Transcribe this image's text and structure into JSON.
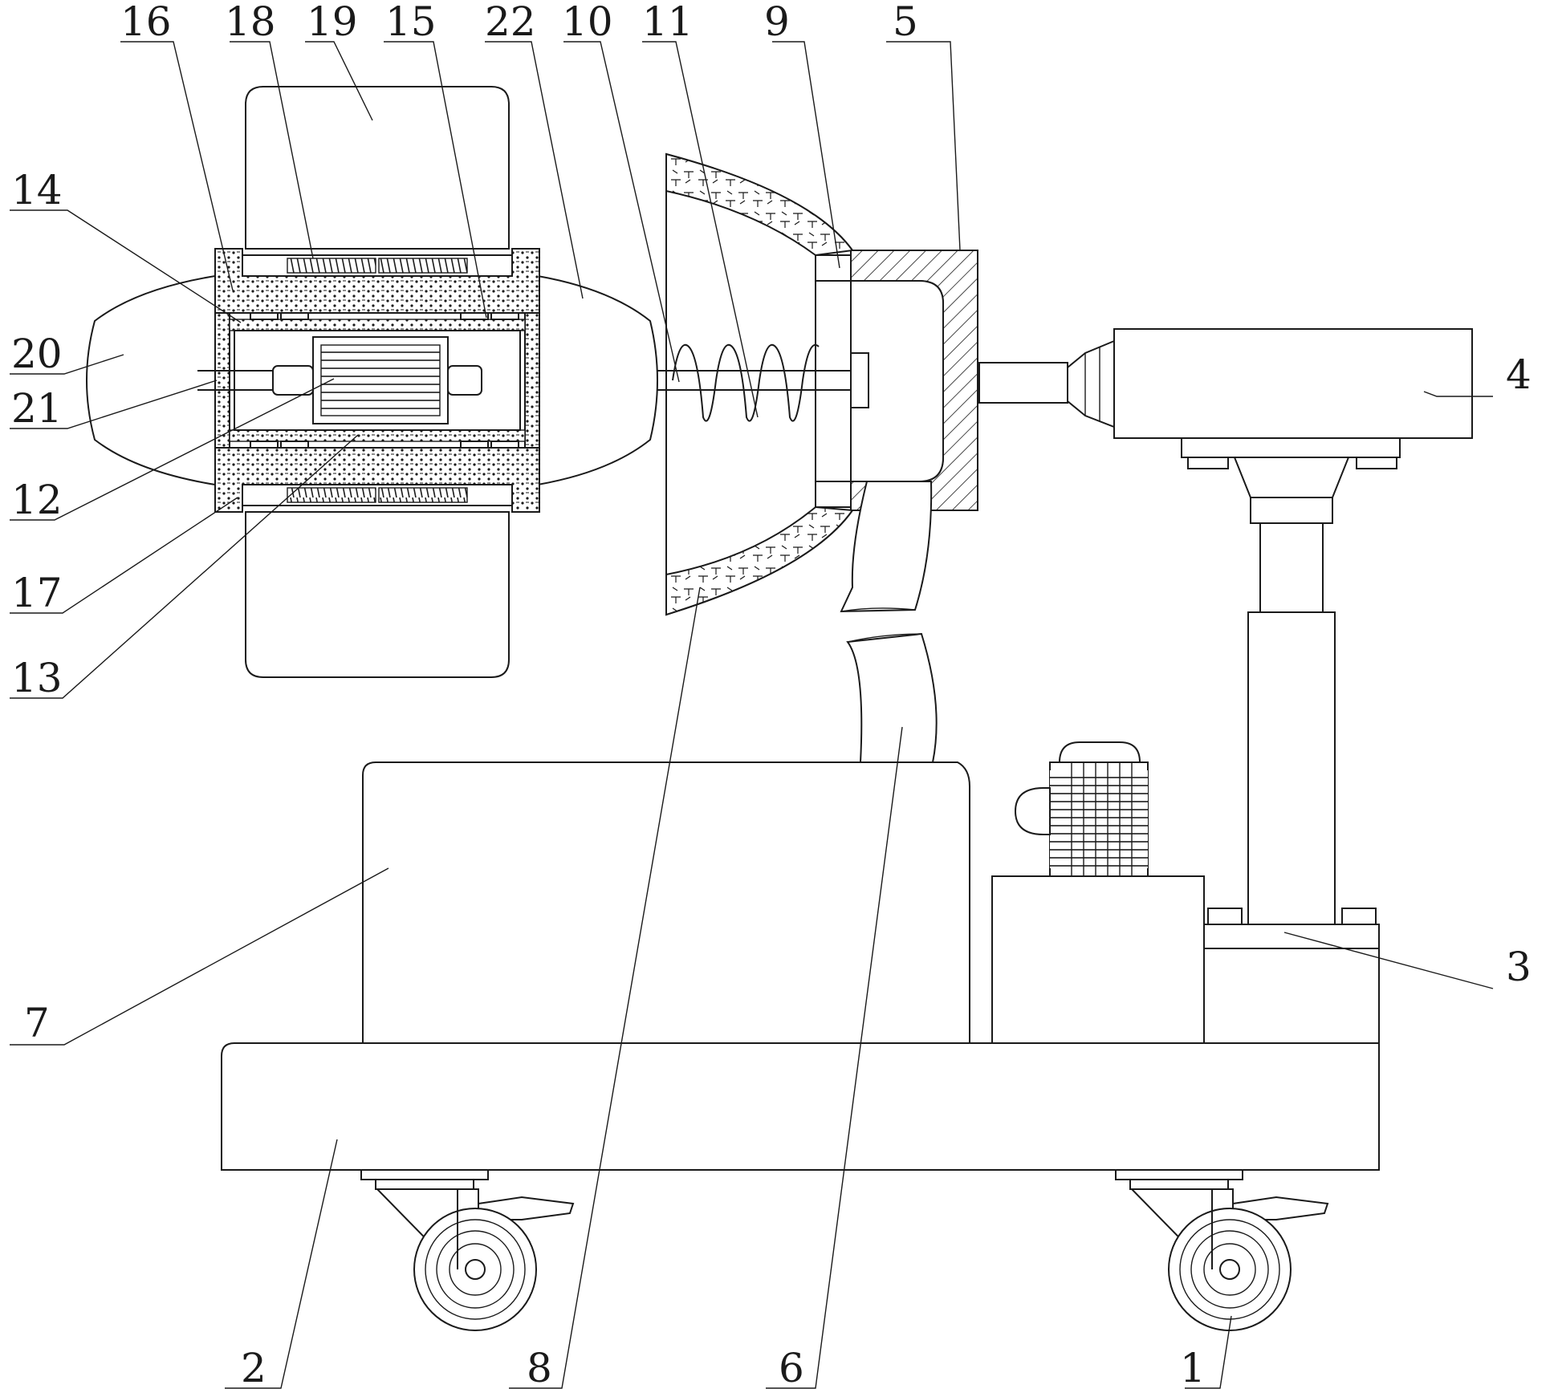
{
  "labels": {
    "l1": "1",
    "l2": "2",
    "l3": "3",
    "l4": "4",
    "l5": "5",
    "l6": "6",
    "l7": "7",
    "l8": "8",
    "l9": "9",
    "l10": "10",
    "l11": "11",
    "l12": "12",
    "l13": "13",
    "l14": "14",
    "l15": "15",
    "l16": "16",
    "l17": "17",
    "l18": "18",
    "l19": "19",
    "l20": "20",
    "l21": "21",
    "l22": "22"
  },
  "colors": {
    "line": "#1a1a1a",
    "background": "#ffffff"
  }
}
